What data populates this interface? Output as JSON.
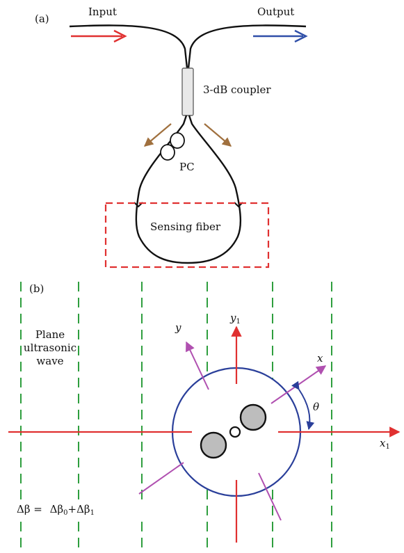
{
  "panel_a": {
    "label": "(a)",
    "input_label": "Input",
    "output_label": "Output",
    "coupler_label": "3-dB coupler",
    "pc_label": "PC",
    "sensing_label": "Sensing fiber"
  },
  "panel_b": {
    "label": "(b)",
    "wave_line1": "Plane",
    "wave_line2": "ultrasonic",
    "wave_line3": "wave",
    "axis_y1": "y",
    "axis_y1_sub": "1",
    "axis_x1": "x",
    "axis_x1_sub": "1",
    "axis_y": "y",
    "axis_x": "x",
    "angle": "θ",
    "eq_lhs": "Δβ =",
    "eq_t1": "Δβ",
    "eq_t1_sub": "0",
    "eq_plus": "+",
    "eq_t2": "Δβ",
    "eq_t2_sub": "1"
  },
  "colors": {
    "input_arrow": "#e03030",
    "output_arrow": "#2f4fa8",
    "brown_arrow": "#a0703e",
    "sensing_box": "#e03030",
    "wavefront": "#2e9e3e",
    "fiber_circle": "#2a3f9a",
    "lab_axes": "#e03030",
    "principal_axes": "#b050b0",
    "core_fill": "#bdbdbd"
  }
}
